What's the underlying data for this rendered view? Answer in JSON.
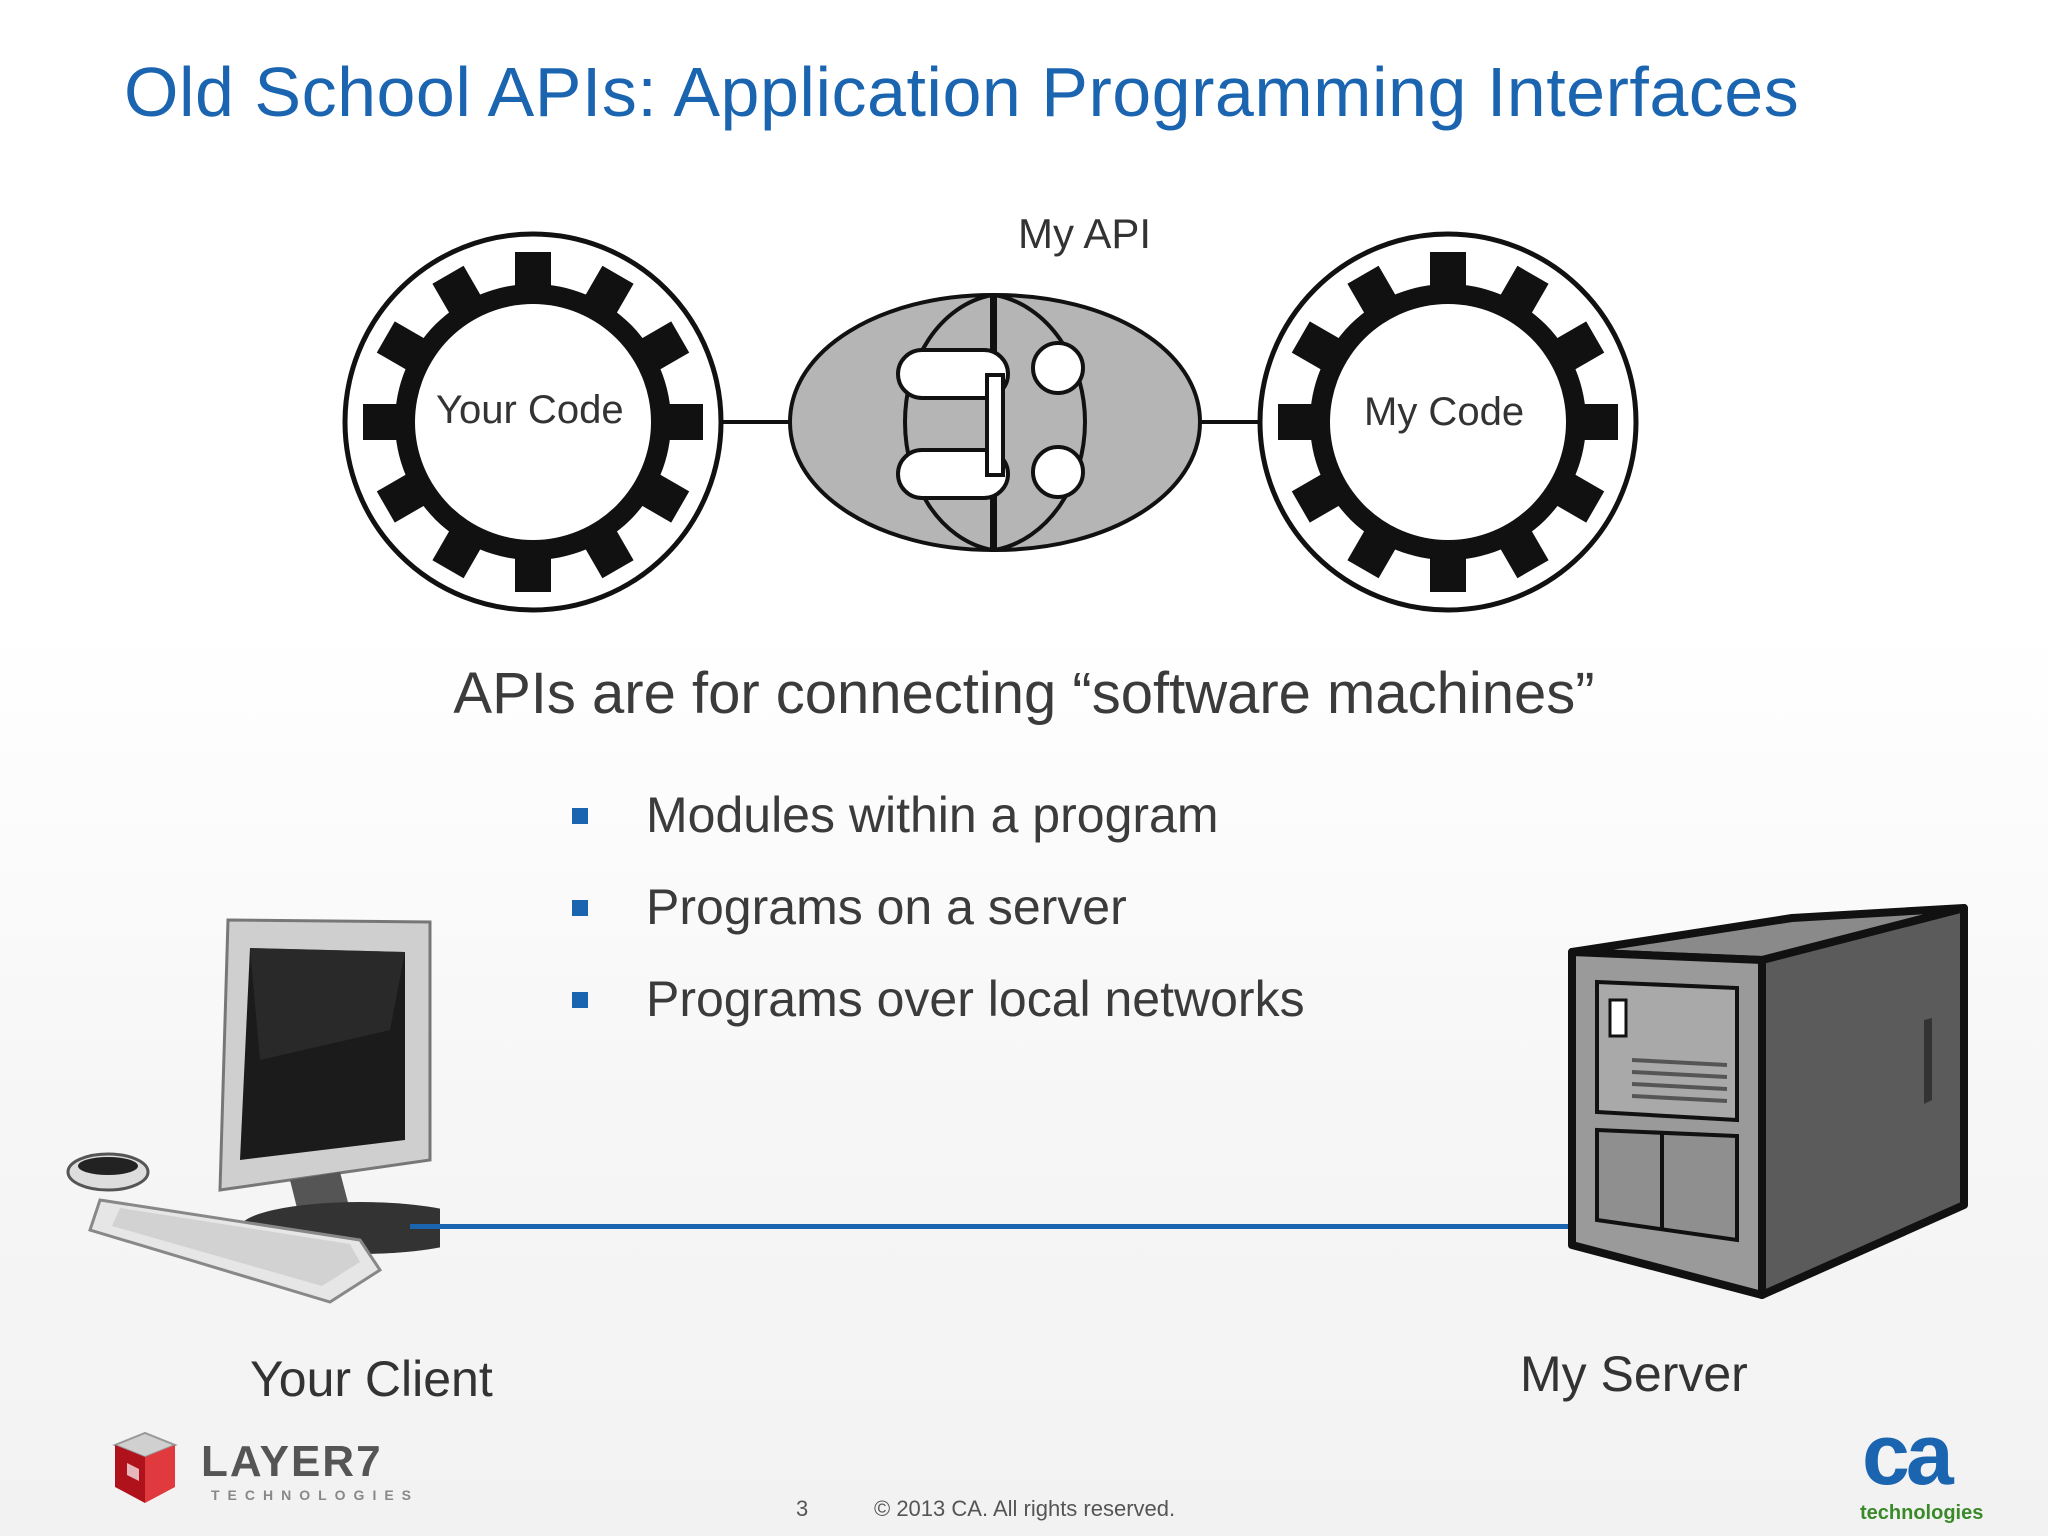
{
  "slide": {
    "title": "Old School APIs: Application Programming Interfaces",
    "diagram": {
      "api_label": "My API",
      "left_gear_label": "Your Code",
      "right_gear_label": "My Code"
    },
    "subtitle": "APIs are for connecting “software machines”",
    "bullets": [
      "Modules within a program",
      "Programs on a server",
      "Programs over local networks"
    ],
    "client_label": "Your Client",
    "server_label": "My Server",
    "footer": {
      "page_number": "3",
      "copyright": "© 2013 CA. All rights reserved."
    },
    "logos": {
      "left_logo": "LAYER7",
      "left_logo_sub": "TECHNOLOGIES",
      "right_logo": "ca",
      "right_logo_sub": "technologies"
    },
    "colors": {
      "accent": "#1a64b0",
      "text": "#3b3b3b",
      "diagram_fill": "#b5b5b5"
    }
  }
}
